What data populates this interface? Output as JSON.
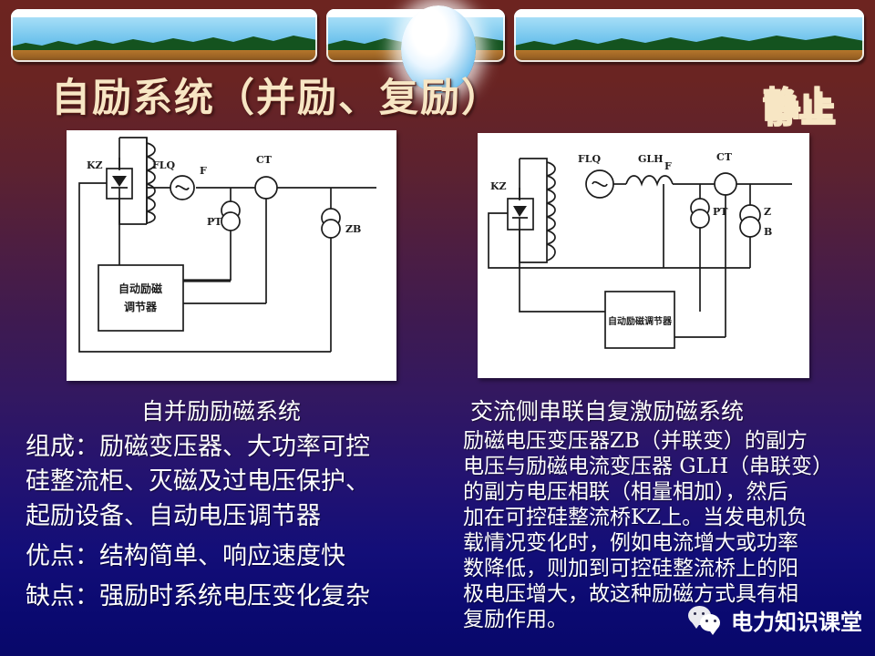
{
  "slide": {
    "title": "自励系统（并励、复励）",
    "corner_tag": "静止",
    "background_top_color": "#6d2420",
    "background_mid_color": "#3d1a52",
    "background_bottom_color": "#08086a",
    "title_color": "#f7e6c4"
  },
  "banner": {
    "strips": [
      "landscape-strip",
      "landscape-strip",
      "landscape-strip"
    ],
    "orb": "glowing-sphere"
  },
  "left_panel": {
    "caption": "自并励励磁系统",
    "diagram": {
      "name": "self-shunt-excitation-circuit",
      "labels": {
        "kz": "KZ",
        "flq": "FLQ",
        "f": "F",
        "ct": "CT",
        "pt": "PT",
        "zb": "ZB",
        "regulator_line1": "自动励磁",
        "regulator_line2": "调节器"
      }
    },
    "body_lines": [
      "组成：励磁变压器、大功率可控",
      "硅整流柜、灭磁及过电压保护、",
      "起励设备、自动电压调节器",
      "优点：结构简单、响应速度快",
      "缺点：强励时系统电压变化复杂"
    ]
  },
  "right_panel": {
    "caption": "交流侧串联自复激励磁系统",
    "diagram": {
      "name": "ac-side-series-self-compound-excitation-circuit",
      "labels": {
        "kz": "KZ",
        "flq": "FLQ",
        "glh": "GLH",
        "f": "F",
        "ct": "CT",
        "pt": "PT",
        "z": "Z",
        "b": "B",
        "regulator": "自动励磁调节器"
      }
    },
    "body_lines": [
      "励磁电压变压器ZB（并联变）的副方",
      "电压与励磁电流变压器 GLH（串联变）",
      "的副方电压相联（相量相加），然后",
      "加在可控硅整流桥KZ上。当发电机负",
      "载情况变化时，例如电流增大或功率",
      "数降低，则加到可控硅整流桥上的阳",
      "极电压增大，故这种励磁方式具有相",
      "复励作用。"
    ]
  },
  "watermark": {
    "icon": "wechat-icon",
    "text": "电力知识课堂"
  }
}
